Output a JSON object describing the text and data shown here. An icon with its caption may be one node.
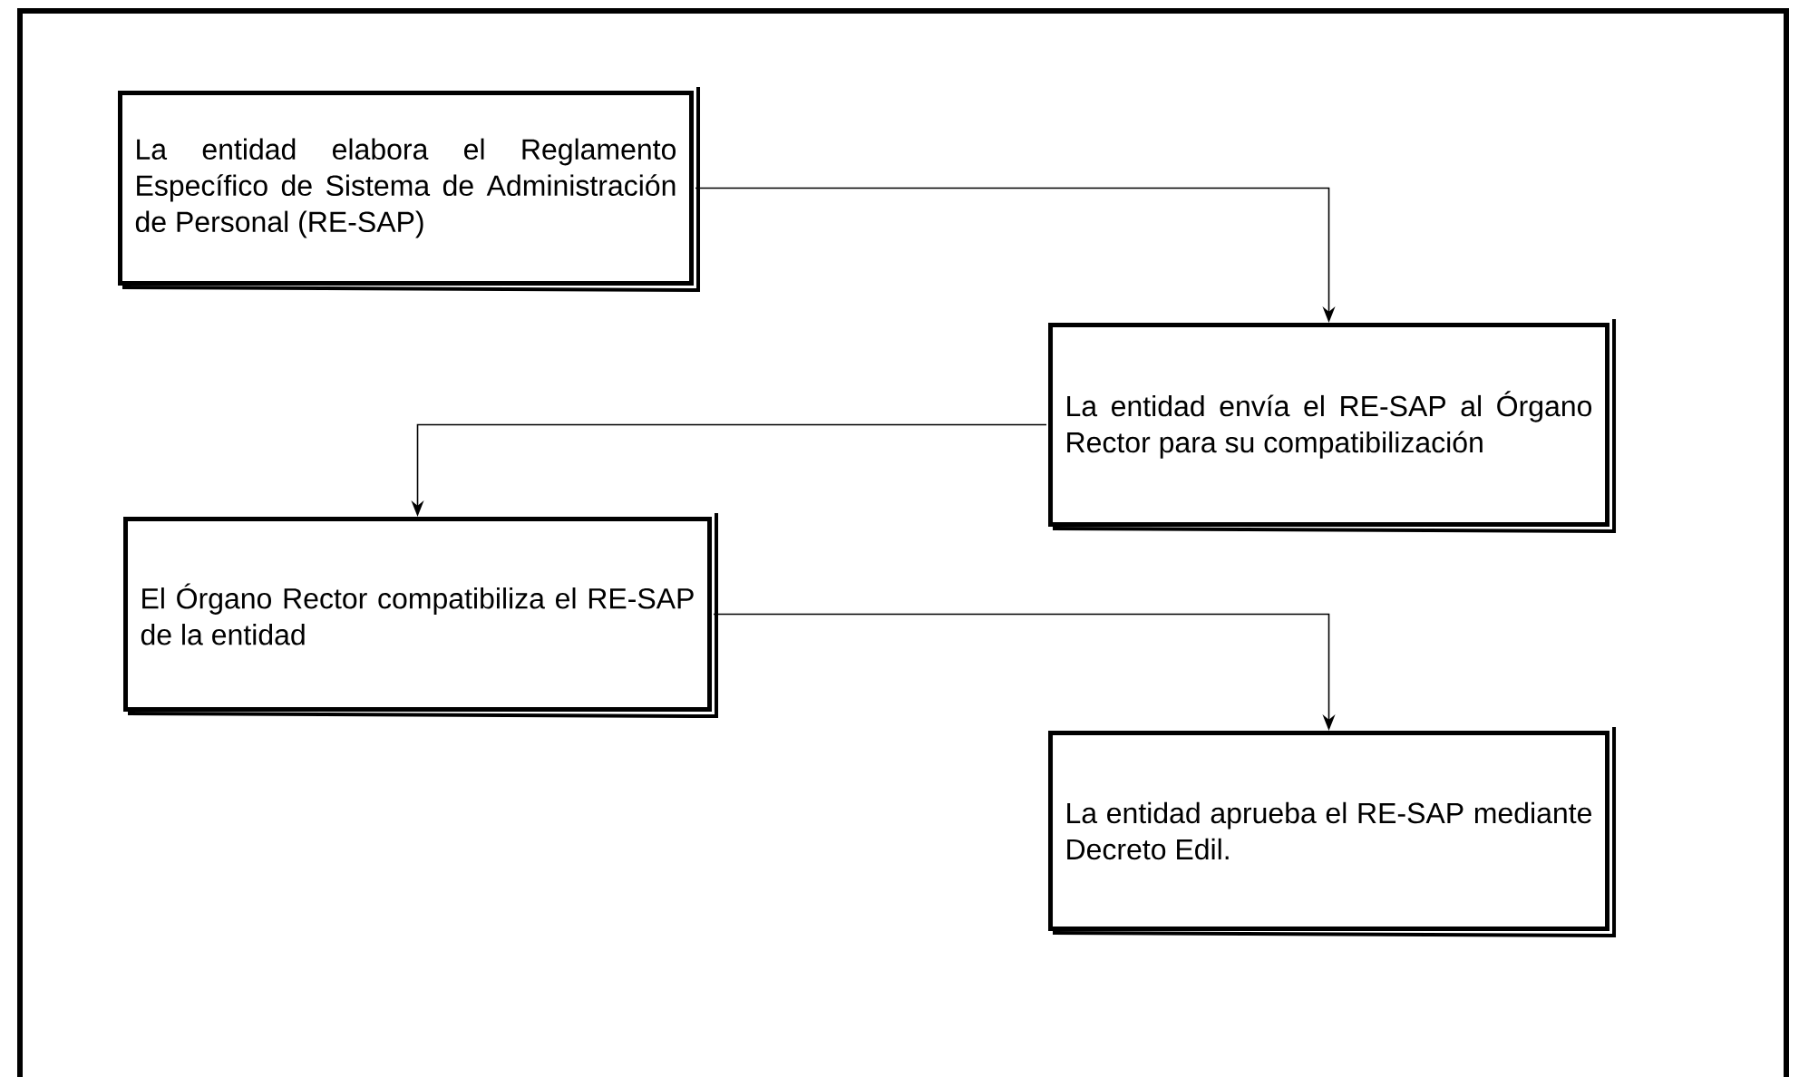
{
  "diagram": {
    "nodes": [
      {
        "text": [
          "La entidad elabora el Reglamento Específico de Sistema de Administración de Personal (RE-SAP)"
        ]
      },
      {
        "text": [
          "La entidad envía el RE-SAP al Órgano Rector para su compatibilización"
        ]
      },
      {
        "text": [
          "El Órgano Rector compatibiliza el RE-SAP de la entidad"
        ]
      },
      {
        "text": [
          "La entidad aprueba el RE-SAP mediante Decreto Edil."
        ]
      }
    ],
    "edges": [
      {
        "from": 0,
        "to": 1,
        "arrow": "to"
      },
      {
        "from": 1,
        "to": 2,
        "arrow": "to"
      },
      {
        "from": 2,
        "to": 3,
        "arrow": "to"
      }
    ]
  }
}
